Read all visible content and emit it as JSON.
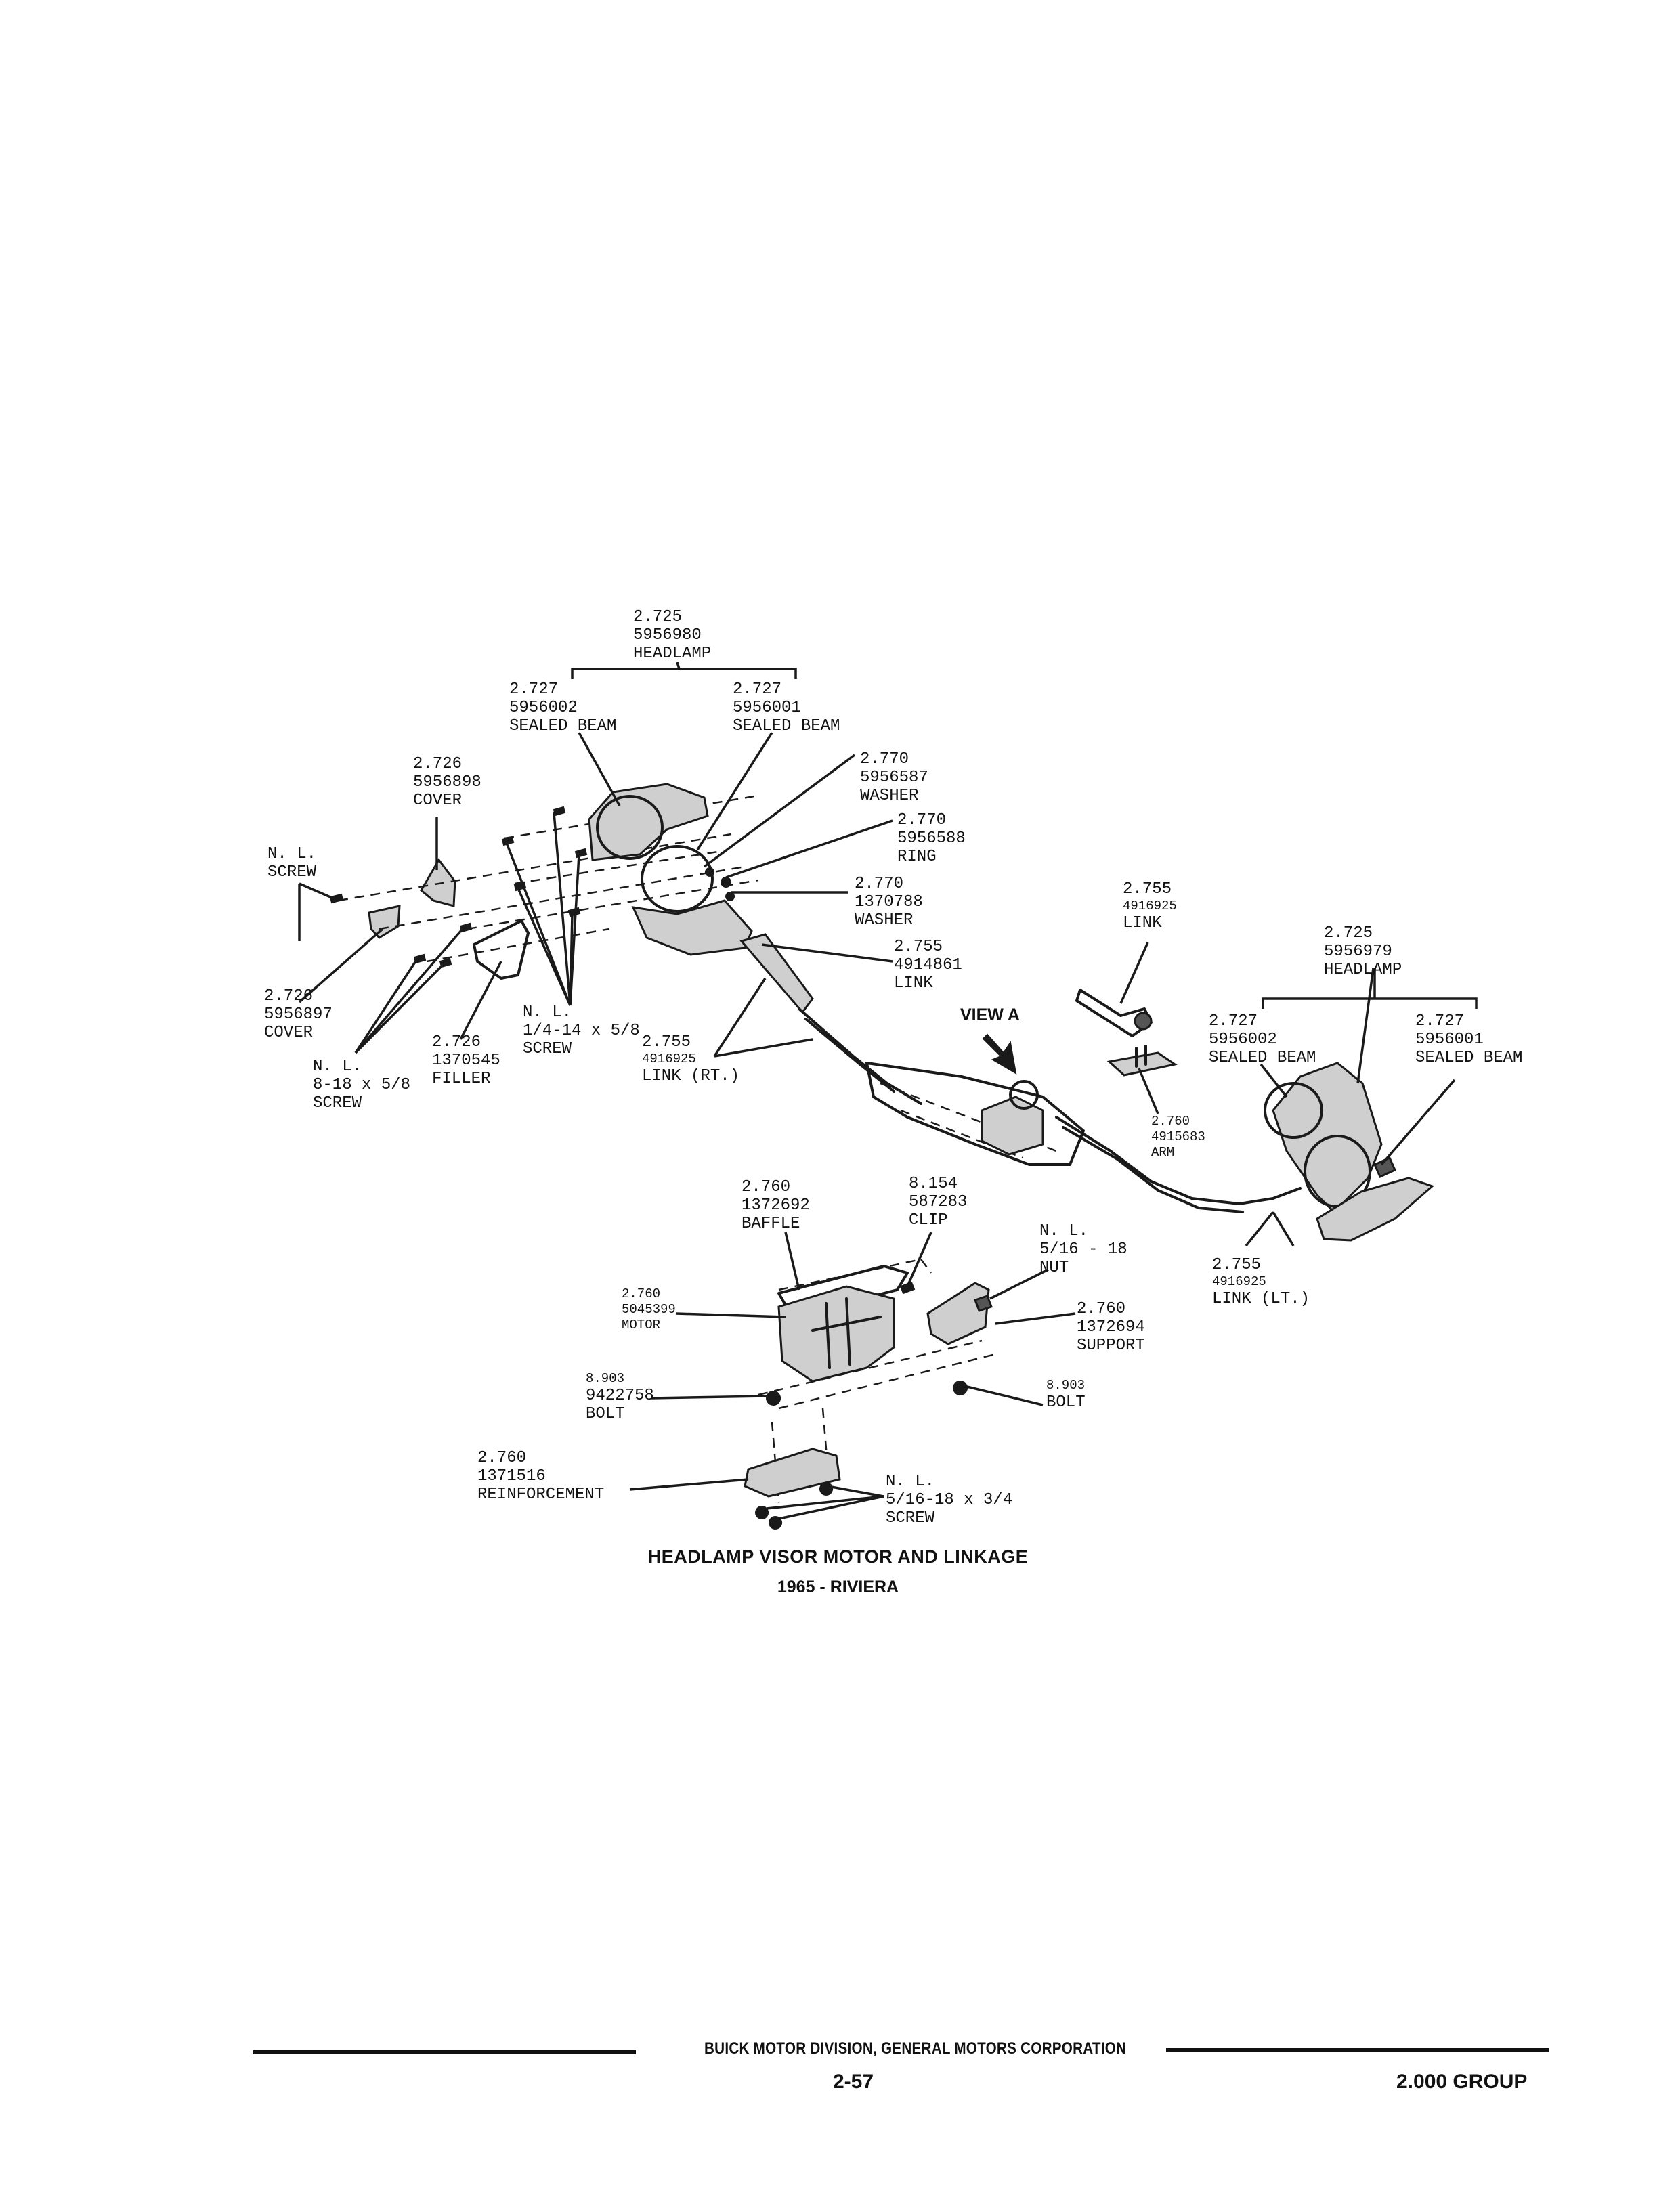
{
  "diagram": {
    "callouts": [
      {
        "id": "headlamp-rh-assy",
        "lines": [
          "2.725",
          "5956980",
          "HEADLAMP"
        ]
      },
      {
        "id": "sealed-beam-rh-inner",
        "lines": [
          "2.727",
          "5956002",
          "SEALED BEAM"
        ]
      },
      {
        "id": "sealed-beam-rh-outer",
        "lines": [
          "2.727",
          "5956001",
          "SEALED BEAM"
        ]
      },
      {
        "id": "cover-upper",
        "lines": [
          "2.726",
          "5956898",
          "COVER"
        ]
      },
      {
        "id": "washer-5956587",
        "lines": [
          "2.770",
          "5956587",
          "WASHER"
        ]
      },
      {
        "id": "ring-5956588",
        "lines": [
          "2.770",
          "5956588",
          "RING"
        ]
      },
      {
        "id": "washer-1370788",
        "lines": [
          "2.770",
          "1370788",
          "WASHER"
        ]
      },
      {
        "id": "screw-nl-left",
        "lines": [
          "N. L.",
          "SCREW"
        ]
      },
      {
        "id": "link-4914861",
        "lines": [
          "2.755",
          "4914861",
          "LINK"
        ]
      },
      {
        "id": "cover-lower",
        "lines": [
          "2.726",
          "5956897",
          "COVER"
        ]
      },
      {
        "id": "screw-quarter",
        "lines": [
          "N. L.",
          "1/4-14 x 5/8",
          "SCREW"
        ]
      },
      {
        "id": "screw-8-18",
        "lines": [
          "N. L.",
          "8-18 x 5/8",
          "SCREW"
        ]
      },
      {
        "id": "filler",
        "lines": [
          "2.726",
          "1370545",
          "FILLER"
        ]
      },
      {
        "id": "link-rt",
        "lines": [
          "2.755",
          "4916925",
          "LINK (RT.)"
        ]
      },
      {
        "id": "link-view-a",
        "lines": [
          "2.755",
          "4916925",
          "LINK"
        ]
      },
      {
        "id": "headlamp-lh-assy",
        "lines": [
          "2.725",
          "5956979",
          "HEADLAMP"
        ]
      },
      {
        "id": "sealed-beam-lh-inner",
        "lines": [
          "2.727",
          "5956002",
          "SEALED BEAM"
        ]
      },
      {
        "id": "sealed-beam-lh-outer",
        "lines": [
          "2.727",
          "5956001",
          "SEALED BEAM"
        ]
      },
      {
        "id": "arm",
        "lines": [
          "2.760",
          "4915683",
          "ARM"
        ]
      },
      {
        "id": "link-lt",
        "lines": [
          "2.755",
          "4916925",
          "LINK (LT.)"
        ]
      },
      {
        "id": "baffle",
        "lines": [
          "2.760",
          "1372692",
          "BAFFLE"
        ]
      },
      {
        "id": "clip",
        "lines": [
          "8.154",
          "587283",
          "CLIP"
        ]
      },
      {
        "id": "nut",
        "lines": [
          "N. L.",
          "5/16 - 18",
          "NUT"
        ]
      },
      {
        "id": "motor",
        "lines": [
          "2.760",
          "5045399",
          "MOTOR"
        ]
      },
      {
        "id": "support",
        "lines": [
          "2.760",
          "1372694",
          "SUPPORT"
        ]
      },
      {
        "id": "bolt-left",
        "lines": [
          "8.903",
          "9422758",
          "BOLT"
        ]
      },
      {
        "id": "bolt-right",
        "lines": [
          "8.903",
          "BOLT"
        ]
      },
      {
        "id": "reinforcement",
        "lines": [
          "2.760",
          "1371516",
          "REINFORCEMENT"
        ]
      },
      {
        "id": "screw-5-16",
        "lines": [
          "N. L.",
          "5/16-18 x 3/4",
          "SCREW"
        ]
      }
    ],
    "view_a_label": "VIEW A",
    "caption_title": "HEADLAMP VISOR MOTOR AND LINKAGE",
    "caption_subtitle": "1965 - RIVIERA"
  },
  "footer": {
    "corporation": "BUICK MOTOR DIVISION, GENERAL MOTORS CORPORATION",
    "page_number": "2-57",
    "group": "2.000 GROUP"
  }
}
